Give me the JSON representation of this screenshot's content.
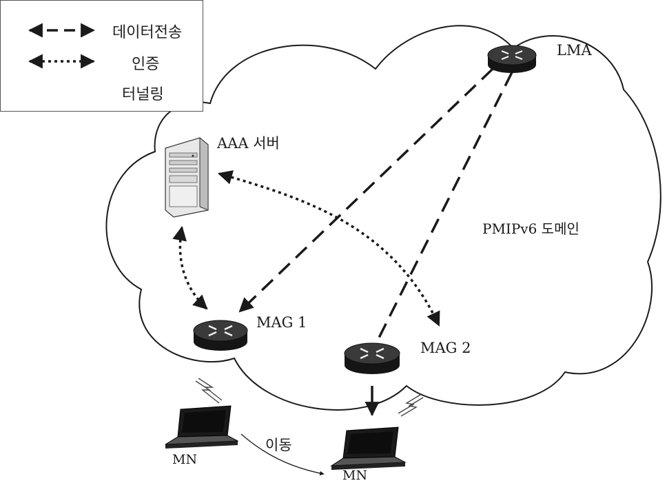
{
  "legend": {
    "data_transfer": "데이터전송",
    "authentication": "인증",
    "tunneling": "터널링"
  },
  "nodes": {
    "lma": "LMA",
    "aaa_server": "AAA 서버",
    "mag1": "MAG 1",
    "mag2": "MAG 2",
    "mn_left": "MN",
    "mn_right": "MN"
  },
  "domain_label": "PMIPv6 도메인",
  "movement_label": "이동",
  "colors": {
    "line": "#1a1a1a",
    "router_top": "#3a3a3a",
    "router_side": "#151515",
    "background": "#ffffff"
  }
}
